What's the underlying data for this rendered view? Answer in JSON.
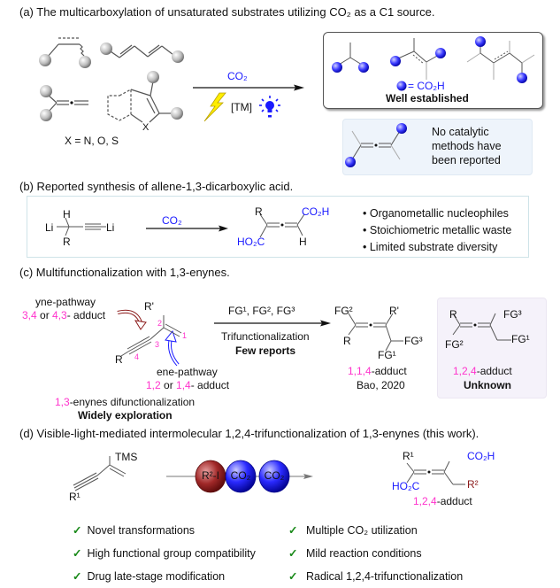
{
  "sections": {
    "a": {
      "label": "(a)",
      "title": "The multicarboxylation of unsaturated substrates utilizing CO₂ as a C1 source.",
      "x_equals": "X = N, O, S",
      "x_atom": "X",
      "reagent": "CO₂",
      "catalyst": "[TM]",
      "icons": [
        "lightning-bolt-icon",
        "light-bulb-icon"
      ],
      "legend_eq": "= CO₂H",
      "established_label": "Well established",
      "no_catalytic_text": [
        "No catalytic",
        "methods have",
        "been reported"
      ]
    },
    "b": {
      "label": "(b)",
      "title": "Reported synthesis of allene-1,3-dicarboxylic acid.",
      "reactant_atoms": {
        "h": "H",
        "li_left": "Li",
        "li_right": "Li",
        "r": "R"
      },
      "reagent": "CO₂",
      "product_atoms": {
        "r": "R",
        "co2h": "CO₂H",
        "ho2c": "HO₂C",
        "h": "H"
      },
      "bullets": [
        "Organometallic nucleophiles",
        "Stoichiometric metallic waste",
        "Limited substrate diversity"
      ]
    },
    "c": {
      "label": "(c)",
      "title": "Multifunctionalization with 1,3-enynes.",
      "yne_pathway": "yne-pathway",
      "yne_adduct": {
        "a": "3,4",
        "mid": " or ",
        "b": "4,3",
        "tail": "- adduct"
      },
      "ene_pathway": "ene-pathway",
      "ene_adduct": {
        "a": "1,2",
        "mid": " or ",
        "b": "1,4",
        "tail": "- adduct"
      },
      "substrate_atoms": {
        "r": "R",
        "r_prime": "R'"
      },
      "positions": [
        "1",
        "2",
        "3",
        "4"
      ],
      "difunc": {
        "a": "1,3",
        "tail": "-enynes difunctionalization"
      },
      "widely": "Widely  exploration",
      "reagents": "FG¹, FG², FG³",
      "trifunc": "Trifunctionalization",
      "few_reports": "Few reports",
      "product_114": {
        "fg2": "FG²",
        "r_prime": "R'",
        "r": "R",
        "fg3": "FG³",
        "fg1": "FG¹",
        "label_num": "1,1,4",
        "label_tail": "-adduct",
        "ref": "Bao, 2020"
      },
      "product_124": {
        "r": "R",
        "fg3": "FG³",
        "fg2": "FG²",
        "fg1": "FG¹",
        "label_num": "1,2,4",
        "label_tail": "-adduct",
        "status": "Unknown"
      }
    },
    "d": {
      "label": "(d)",
      "title": "Visible-light-mediated intermolecular 1,2,4-trifunctionalization of 1,3-enynes  (this work).",
      "substrate_atoms": {
        "tms": "TMS",
        "r1": "R¹"
      },
      "beads": [
        "R²-I",
        "CO₂",
        "CO₂"
      ],
      "product_atoms": {
        "r1": "R¹",
        "co2h": "CO₂H",
        "ho2c": "HO₂C",
        "r2": "R²"
      },
      "product_label_num": "1,2,4",
      "product_label_tail": "-adduct",
      "features_left": [
        "Novel transformations",
        "High functional group compatibility",
        "Drug late-stage modification"
      ],
      "features_right": [
        "Multiple CO₂ utilization",
        "Mild reaction conditions",
        "Radical 1,2,4-trifunctionalization"
      ],
      "check_glyph": "✓"
    }
  },
  "colors": {
    "co2_blue": "#1a1aff",
    "position_magenta": "#ff33cc",
    "bead_red": "#8b1a1a",
    "check_green": "#1a8a1a",
    "lightning_yellow": "#ffee00"
  }
}
